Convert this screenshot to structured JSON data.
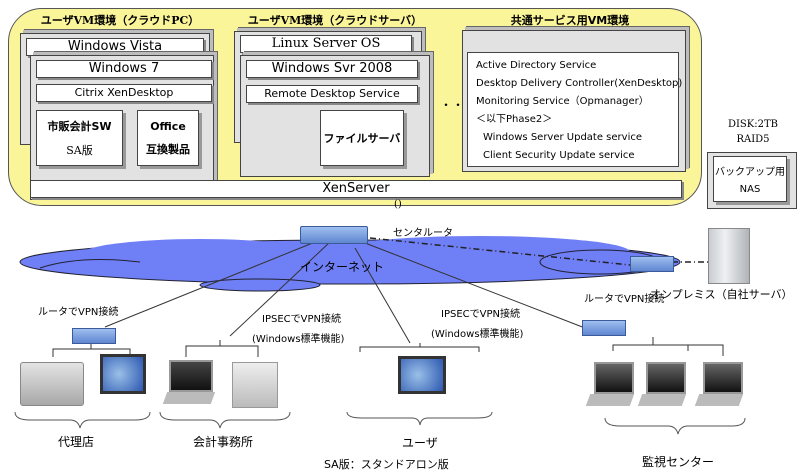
{
  "vm_groups": {
    "cloud_pc": {
      "title": "ユーザVM環境（クラウドPC）",
      "back_os": "Windows Vista",
      "front_os": "Windows 7",
      "platform": "Citrix XenDesktop",
      "app1_line1": "市販会計SW",
      "app1_line2": "SA版",
      "app2_line1": "Office",
      "app2_line2": "互換製品"
    },
    "cloud_server": {
      "title": "ユーザVM環境（クラウドサーバ）",
      "back_os": "Linux Server OS",
      "front_os": "Windows Svr 2008",
      "service": "Remote Desktop Service",
      "file_server": "ファイルサーバ"
    },
    "ellipsis": "・・",
    "common": {
      "title": "共通サービス用VM環境",
      "services": [
        "Active Directory Service",
        "Desktop Delivery Controller(XenDesktop)",
        "Monitoring Service（Opmanager）",
        "＜以下Phase2＞",
        "Windows Server Update service",
        "Client Security Update service"
      ]
    }
  },
  "hypervisor": "XenServer",
  "hypervisor_note": "()",
  "storage": {
    "spec_line1": "DISK:2TB",
    "spec_line2": "RAID5",
    "nas_line1": "バックアップ用",
    "nas_line2": "NAS"
  },
  "network": {
    "internet": "インターネット",
    "center_router": "センタルータ",
    "on_premise": "オンプレミス（自社サーバ）"
  },
  "sites": [
    {
      "name": "代理店",
      "connection": "ルータでVPN接続",
      "connection2": ""
    },
    {
      "name": "会計事務所",
      "connection": "IPSECでVPN接続",
      "connection2": "(Windows標準機能)"
    },
    {
      "name": "ユーザ",
      "connection": "IPSECでVPN接続",
      "connection2": "(Windows標準機能)"
    },
    {
      "name": "監視センター",
      "connection": "ルータでVPN接続",
      "connection2": ""
    }
  ],
  "footnote": "SA版：スタンドアロン版",
  "colors": {
    "cloud_panel": "#fbf59a",
    "internet_cloud": "#6f7ff5",
    "router": "#6f9be0"
  }
}
